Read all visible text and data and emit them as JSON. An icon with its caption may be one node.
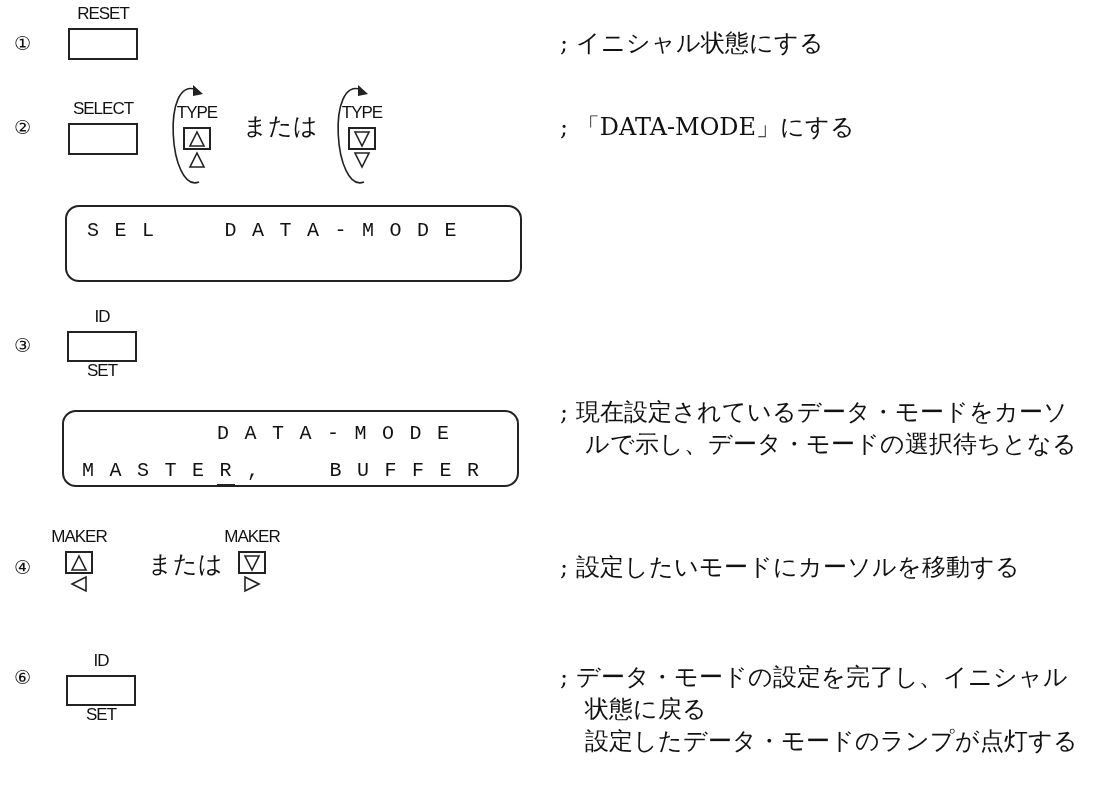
{
  "diagram": {
    "nodes": [
      {
        "text": [
          "RESET"
        ]
      },
      {
        "text": [
          "SELECT"
        ]
      },
      {
        "text": [
          "TYPE"
        ]
      },
      {
        "text": [
          "TYPE"
        ]
      },
      {
        "text": [
          "SEL DATA-MODE"
        ]
      },
      {
        "text": [
          "ID",
          "SET"
        ]
      },
      {
        "text": [
          "DATA-MODE",
          "MASTER, BUFFER"
        ]
      },
      {
        "text": [
          "MAKER"
        ]
      },
      {
        "text": [
          "MAKER"
        ]
      },
      {
        "text": [
          "ID",
          "SET"
        ]
      }
    ],
    "labels": [
      "①",
      "; イニシャル状態にする",
      "②",
      "または",
      "; 「DATA-MODE」にする",
      "③",
      "; 現在設定されているデータ・モードをカーソルで示し、データ・モードの選択待ちとなる",
      "④",
      "または",
      "; 設定したいモードにカーソルを移動する",
      "⑥",
      "; データ・モードの設定を完了し、イニシャル状態に戻る",
      "設定したデータ・モードのランプが点灯する"
    ]
  }
}
